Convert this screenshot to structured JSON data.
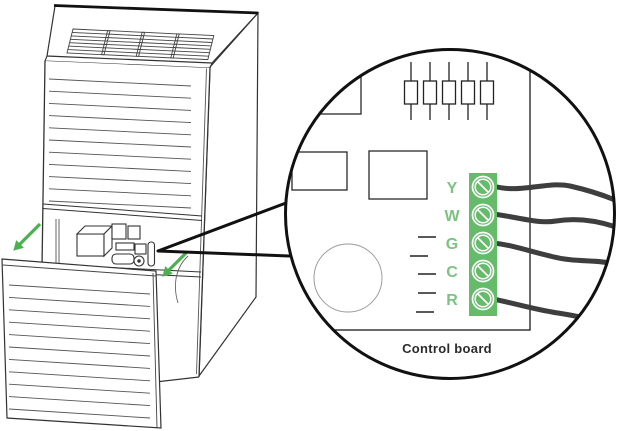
{
  "callout": {
    "caption": "Control board",
    "terminals": [
      {
        "label": "Y",
        "wired": true
      },
      {
        "label": "W",
        "wired": true
      },
      {
        "label": "G",
        "wired": true
      },
      {
        "label": "C",
        "wired": false
      },
      {
        "label": "R",
        "wired": true
      }
    ]
  },
  "colors": {
    "terminal_block": "#66bb6a",
    "terminal_labels": "#7cc382",
    "arrows": "#4caf50",
    "wires": "#3e3e3e",
    "outline": "#111111"
  }
}
